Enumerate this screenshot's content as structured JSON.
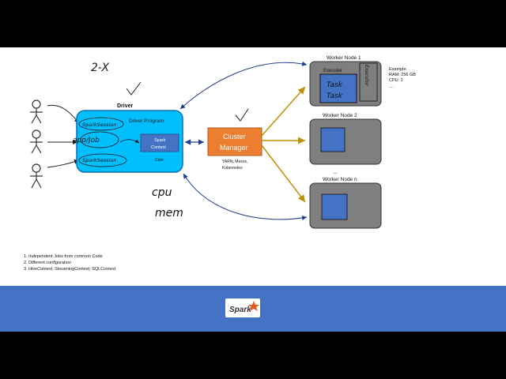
{
  "driver": {
    "title": "Driver",
    "program_label": "Driver Program",
    "context_line1": "Spark",
    "context_line2": "Context",
    "core_label": "Core"
  },
  "cluster_manager": {
    "line1": "Cluster",
    "line2": "Manager",
    "types_line1": "YARN, Mesos,",
    "types_line2": "Kubernetes"
  },
  "workers": {
    "node1_title": "Worker Node 1",
    "executor_label": "Executer",
    "node2_title": "Worker Node 2",
    "ellipsis": "...",
    "noden_title": "Worker Node n"
  },
  "example": {
    "title": "Example:",
    "ram": "RAM: 256 GB",
    "cpu": "CPU: 2",
    "more": "...."
  },
  "notes": [
    "1.    Independent Jobs from common Code",
    "2.    Different configuration",
    "3.    HiveContext, StreamingContext, SQLContext"
  ],
  "annotations": {
    "top": "2-X",
    "session": "SparkSession",
    "app_job": "app/Job",
    "spark_session_2": "SparkSession",
    "cpu": "cpu",
    "mem": "mem",
    "task1": "Task",
    "task2": "Task",
    "executor_vert": "Executor"
  },
  "logo": {
    "text": "Spark"
  },
  "colors": {
    "driver_fill": "#00bfff",
    "context_fill": "#4472c4",
    "manager_fill": "#ed7d31",
    "worker_fill": "#7f7f7f",
    "executor_fill": "#4472c4",
    "arrow_gold": "#c09000",
    "arrow_navy": "#1f3a93",
    "footer": "#4472c4"
  }
}
